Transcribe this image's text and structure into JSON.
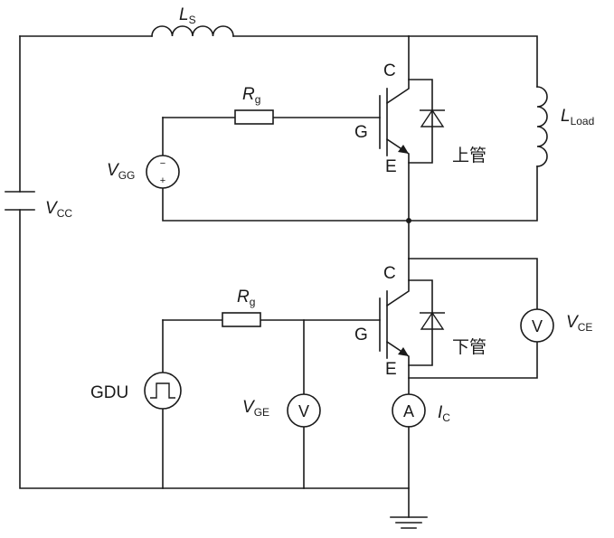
{
  "labels": {
    "ls_main": "L",
    "ls_sub": "S",
    "rg1_main": "R",
    "rg1_sub": "g",
    "rg2_main": "R",
    "rg2_sub": "g",
    "lload_main": "L",
    "lload_sub": "Load",
    "vgg_main": "V",
    "vgg_sub": "GG",
    "vcc_main": "V",
    "vcc_sub": "CC",
    "vge_main": "V",
    "vge_sub": "GE",
    "vce_main": "V",
    "vce_sub": "CE",
    "ic_main": "I",
    "ic_sub": "C",
    "gdu": "GDU",
    "upper_c": "C",
    "upper_g": "G",
    "upper_e": "E",
    "lower_c": "C",
    "lower_g": "G",
    "lower_e": "E",
    "upper_switch": "上管",
    "lower_switch": "下管",
    "vgg_minus": "−",
    "vgg_plus": "+",
    "voltmeter_symbol": "V",
    "ammeter_symbol": "A"
  },
  "colors": {
    "line": "#1a1a1a",
    "background": "#ffffff"
  }
}
